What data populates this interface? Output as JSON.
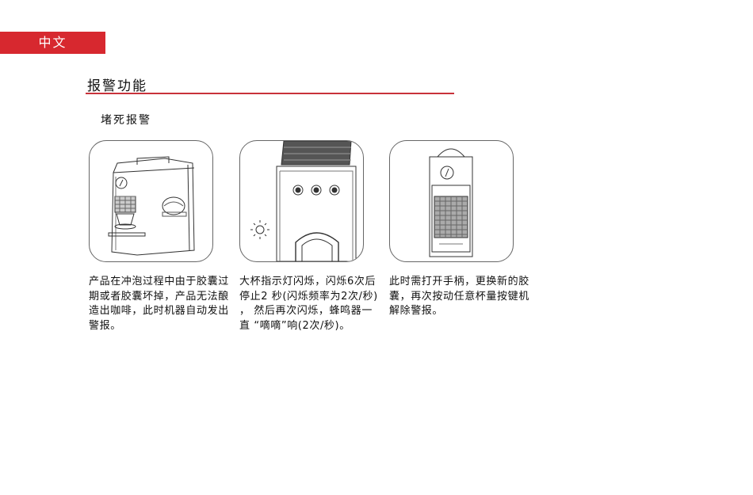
{
  "lang_tab": "中文",
  "section_title": "报警功能",
  "subheading": "堵死报警",
  "colors": {
    "accent": "#d7282f",
    "rule": "#c8323a"
  },
  "steps": [
    {
      "text": "产品在冲泡过程中由于胶囊过期或者胶囊坏掉，产品无法酿造出咖啡，此时机器自动发出警报。"
    },
    {
      "text": "大杯指示灯闪烁，闪烁6次后停止2 秒(闪烁频率为2次/秒) ， 然后再次闪烁，蜂鸣器一直 “嘀嘀”响(2次/秒)。"
    },
    {
      "text": "此时需打开手柄，更换新的胶囊，再次按动任意杯量按键机解除警报。"
    }
  ]
}
